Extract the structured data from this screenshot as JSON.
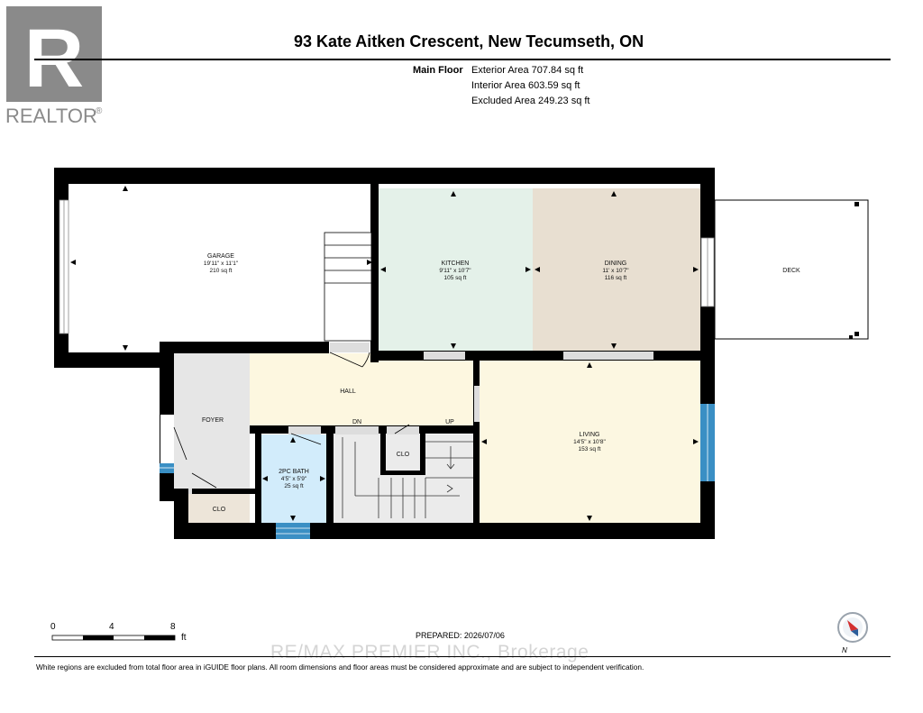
{
  "header": {
    "logo_text": "REALTOR",
    "logo_mark": "®",
    "logo_letter": "R",
    "address": "93 Kate Aitken Crescent, New Tecumseth, ON"
  },
  "summary": {
    "floor": "Main Floor",
    "exterior": "Exterior Area 707.84 sq ft",
    "interior": "Interior Area 603.59 sq ft",
    "excluded": "Excluded Area 249.23 sq ft"
  },
  "rooms": {
    "garage": {
      "name": "GARAGE",
      "dims": "19'11\" x 11'1\"",
      "area": "210 sq ft"
    },
    "kitchen": {
      "name": "KITCHEN",
      "dims": "9'11\" x 10'7\"",
      "area": "105 sq ft"
    },
    "dining": {
      "name": "DINING",
      "dims": "11' x 10'7\"",
      "area": "116 sq ft"
    },
    "deck": {
      "name": "DECK"
    },
    "hall": {
      "name": "HALL"
    },
    "foyer": {
      "name": "FOYER"
    },
    "living": {
      "name": "LIVING",
      "dims": "14'5\" x 10'8\"",
      "area": "153 sq ft"
    },
    "bath": {
      "name": "2PC BATH",
      "dims": "4'5\" x 5'9\"",
      "area": "25 sq ft"
    },
    "closet_hall": {
      "name": "CLO"
    },
    "closet_foyer": {
      "name": "CLO"
    },
    "stairs_down": {
      "name": "DN"
    },
    "stairs_up": {
      "name": "UP"
    }
  },
  "colors": {
    "wall": "#000000",
    "kitchen": "#e4f1e9",
    "dining": "#e8dfd1",
    "hall": "#fdf7e0",
    "living": "#fcf7e1",
    "foyer": "#e6e6e6",
    "bath": "#d2ecfb",
    "closet": "#ede5d9",
    "window": "#3a8fc4"
  },
  "scale": {
    "labels": [
      "0",
      "4",
      "8"
    ],
    "unit": "ft"
  },
  "prepared": "PREPARED: 2026/07/06",
  "compass": {
    "label": "N"
  },
  "watermark": "RE/MAX PREMIER INC., Brokerage",
  "disclaimer": "White regions are excluded from total floor area in iGUIDE floor plans. All room dimensions and floor areas must be considered approximate and are subject to independent verification."
}
